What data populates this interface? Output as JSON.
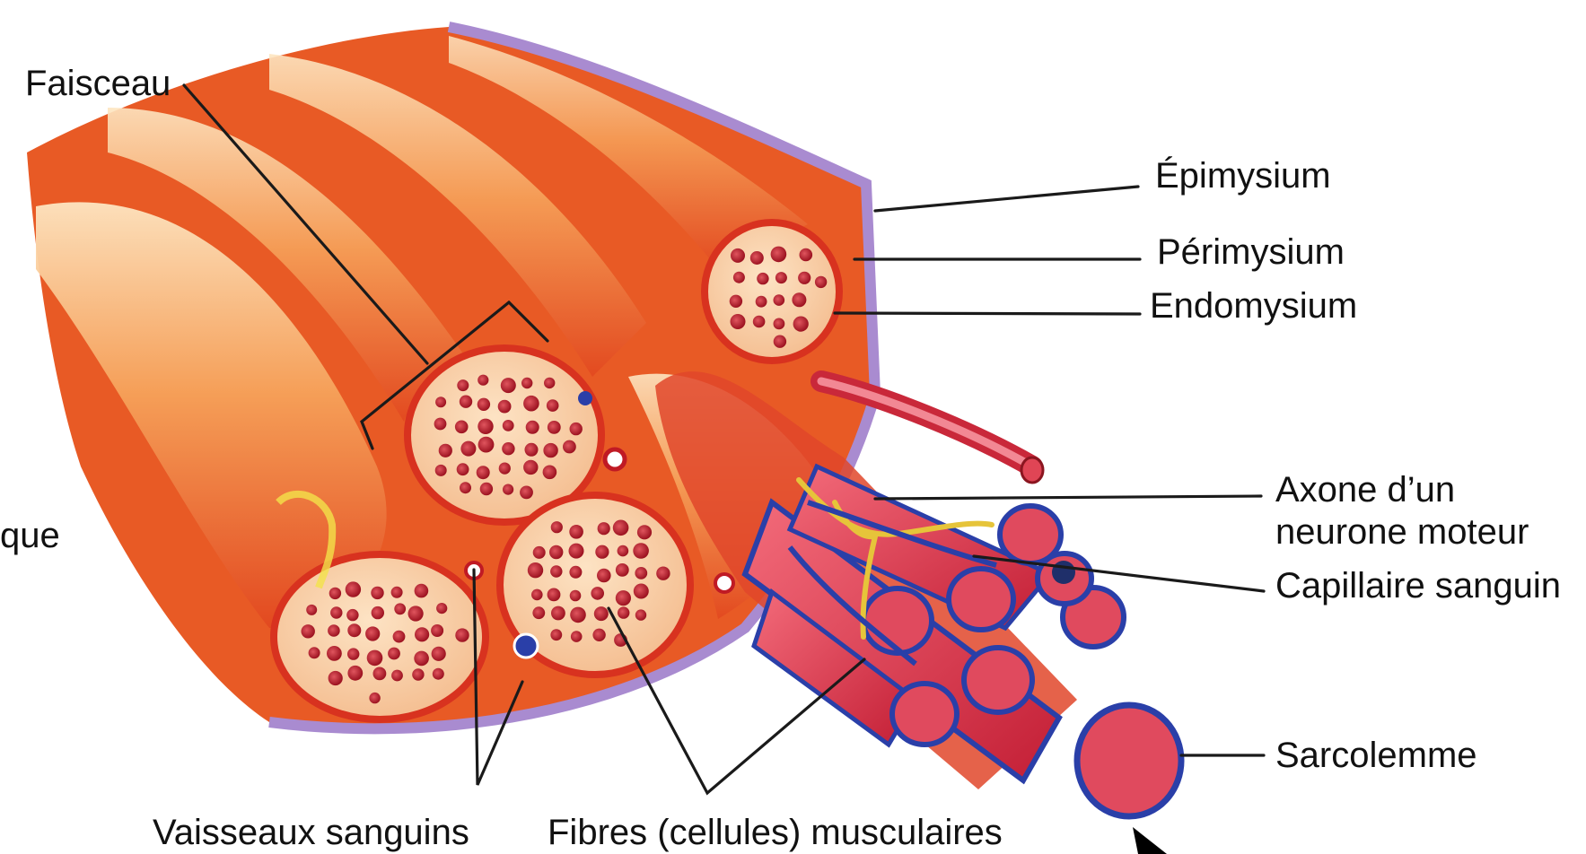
{
  "diagram": {
    "labels": {
      "faisceau": "Faisceau",
      "epimysium": "Épimysium",
      "perimysium": "Périmysium",
      "endomysium": "Endomysium",
      "axone_line1": "Axone d’un",
      "axone_line2": "neurone moteur",
      "capillaire": "Capillaire sanguin",
      "sarcolemme": "Sarcolemme",
      "vaisseaux": "Vaisseaux sanguins",
      "fibres": "Fibres (cellules) musculaires",
      "cut_left": "que"
    },
    "colors": {
      "muscle_red": "#d8321f",
      "muscle_orange": "#f07a2a",
      "muscle_light": "#fbd7a8",
      "fiber_red": "#c9283a",
      "fiber_dot": "#a81a24",
      "sheath_purple": "#9e7fc4",
      "vessel_blue": "#2a3fa8",
      "nerve_yellow": "#e6c43a"
    }
  }
}
